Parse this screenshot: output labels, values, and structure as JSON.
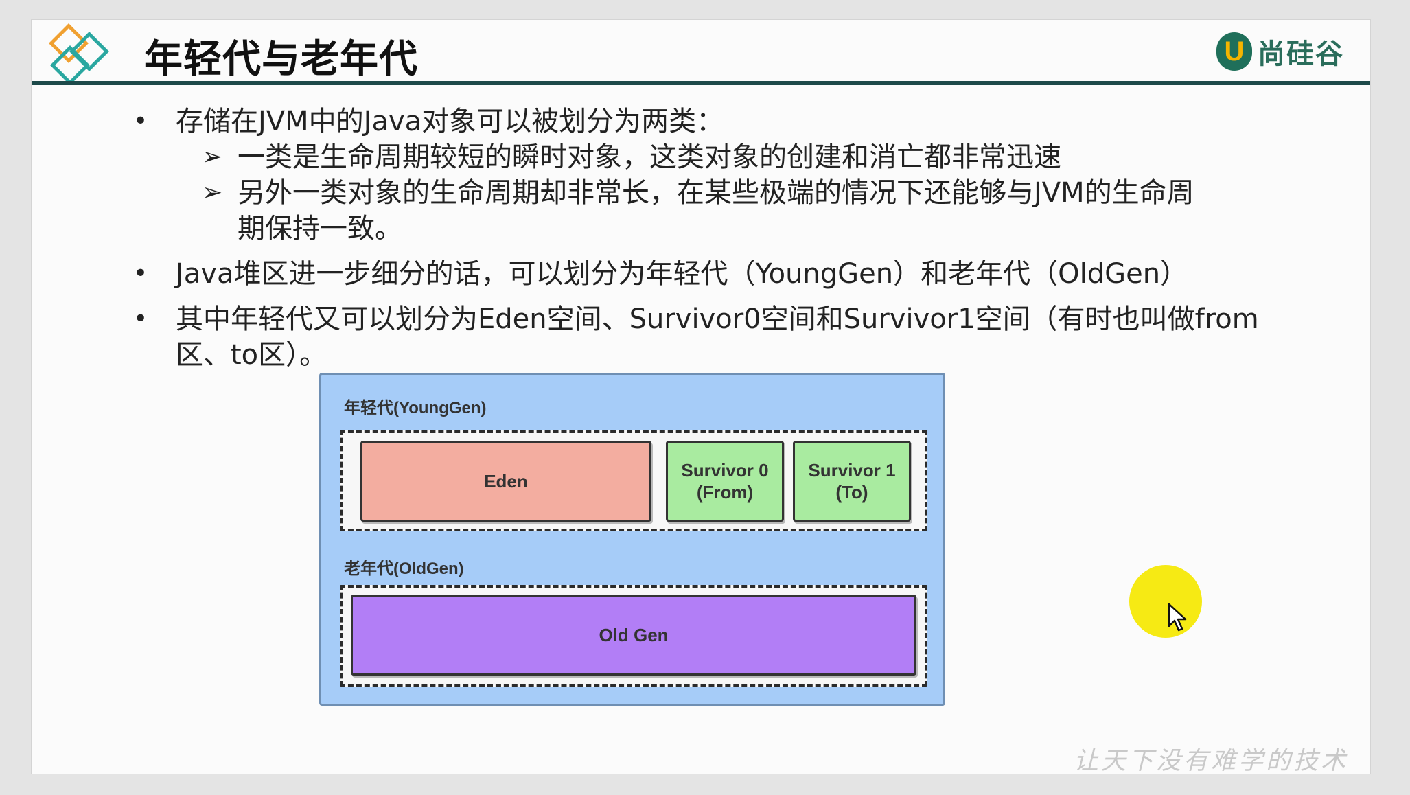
{
  "header": {
    "title": "年轻代与老年代",
    "brand_letter": "U",
    "brand_name": "尚硅谷",
    "logo_icon": "diamond-logo-icon",
    "accent_color": "#1d4a4a"
  },
  "bullets": {
    "b1": "存储在JVM中的Java对象可以被划分为两类：",
    "b1_sub1": "一类是生命周期较短的瞬时对象，这类对象的创建和消亡都非常迅速",
    "b1_sub2": "另外一类对象的生命周期却非常长，在某些极端的情况下还能够与JVM的生命周期保持一致。",
    "b2": "Java堆区进一步细分的话，可以划分为年轻代（YoungGen）和老年代（OldGen）",
    "b3": "其中年轻代又可以划分为Eden空间、Survivor0空间和Survivor1空间（有时也叫做from区、to区）。",
    "bullet_symbol": "•",
    "sub_symbol": "➢"
  },
  "diagram": {
    "young_label": "年轻代(YoungGen)",
    "eden": "Eden",
    "survivor0_line1": "Survivor 0",
    "survivor0_line2": "(From)",
    "survivor1_line1": "Survivor 1",
    "survivor1_line2": "(To)",
    "old_label": "老年代(OldGen)",
    "old_gen": "Old Gen",
    "colors": {
      "background": "#a6ccf8",
      "eden": "#f3ada0",
      "survivor": "#a9eba0",
      "old_gen": "#b27ef6"
    }
  },
  "watermark": "让天下没有难学的技术"
}
